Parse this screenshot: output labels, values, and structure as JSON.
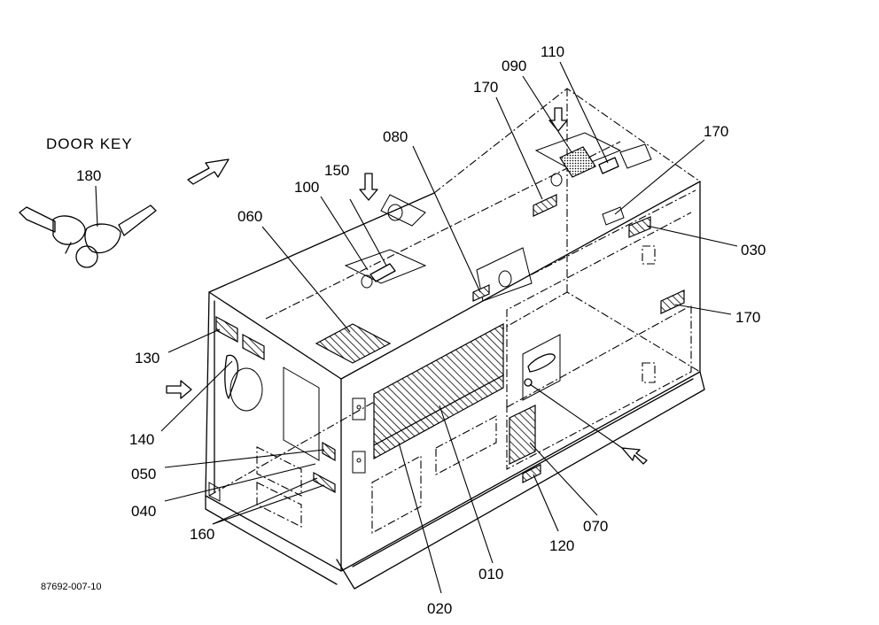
{
  "diagram": {
    "title": "DOOR KEY",
    "drawing_code": "87692-007-10",
    "callouts": [
      {
        "id": "c180",
        "text": "180"
      },
      {
        "id": "c060",
        "text": "060"
      },
      {
        "id": "c100",
        "text": "100"
      },
      {
        "id": "c150",
        "text": "150"
      },
      {
        "id": "c080",
        "text": "080"
      },
      {
        "id": "c170a",
        "text": "170"
      },
      {
        "id": "c090",
        "text": "090"
      },
      {
        "id": "c110",
        "text": "110"
      },
      {
        "id": "c170b",
        "text": "170"
      },
      {
        "id": "c030",
        "text": "030"
      },
      {
        "id": "c170c",
        "text": "170"
      },
      {
        "id": "c130",
        "text": "130"
      },
      {
        "id": "c140",
        "text": "140"
      },
      {
        "id": "c050",
        "text": "050"
      },
      {
        "id": "c040",
        "text": "040"
      },
      {
        "id": "c160",
        "text": "160"
      },
      {
        "id": "c020",
        "text": "020"
      },
      {
        "id": "c010",
        "text": "010"
      },
      {
        "id": "c120",
        "text": "120"
      },
      {
        "id": "c070",
        "text": "070"
      }
    ]
  }
}
